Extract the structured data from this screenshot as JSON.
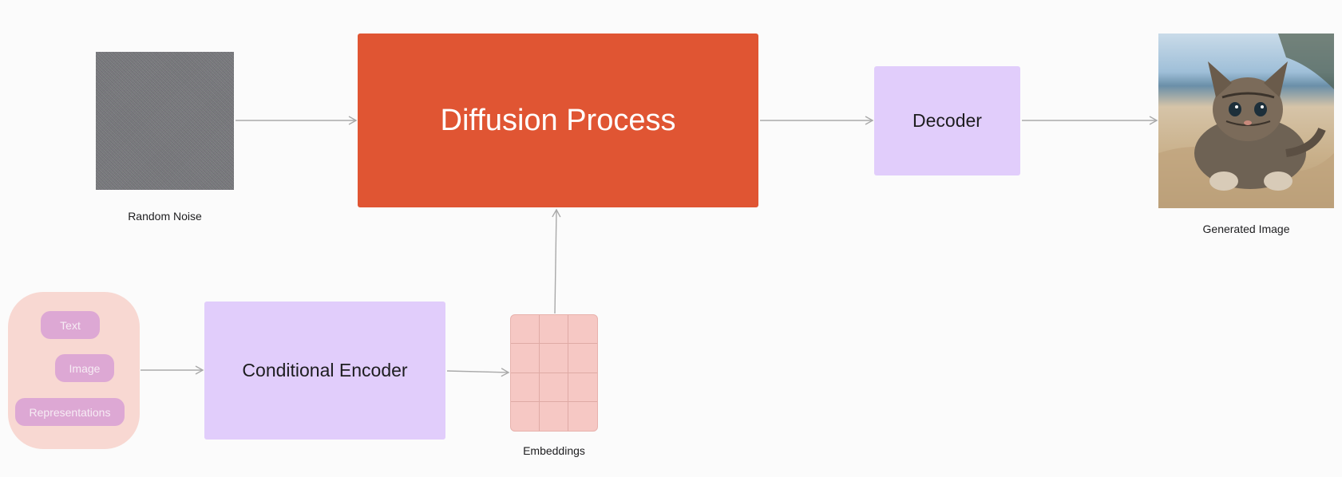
{
  "nodes": {
    "random_noise": {
      "label": "Random Noise"
    },
    "diffusion": {
      "label": "Diffusion Process"
    },
    "decoder": {
      "label": "Decoder"
    },
    "generated_image": {
      "label": "Generated Image"
    },
    "conditional_encoder": {
      "label": "Conditional Encoder"
    },
    "embeddings": {
      "label": "Embeddings"
    }
  },
  "inputs": [
    "Text",
    "Image",
    "Representations"
  ],
  "colors": {
    "background": "#fbfbfb",
    "diffusion": "#e05533",
    "lavender": "#e1cdfb",
    "input_group": "#f8d8d2",
    "pill": "#dda8d4",
    "embeddings": "#f6c8c4",
    "arrow": "#a9a9a9"
  }
}
